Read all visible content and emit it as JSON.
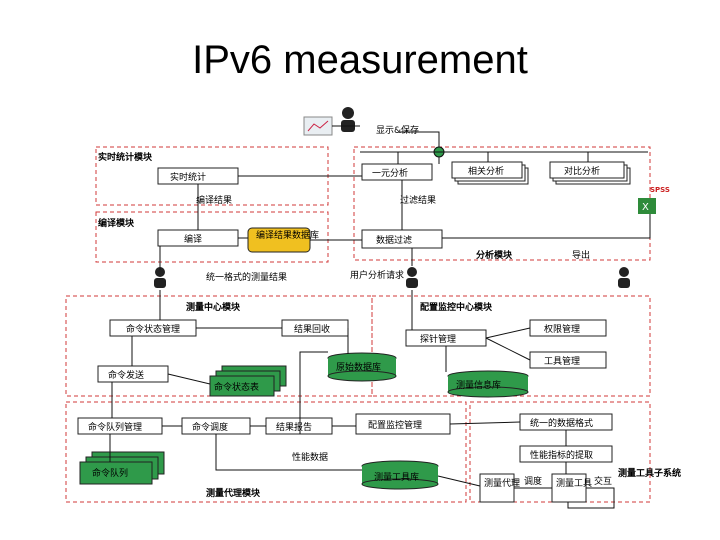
{
  "title": "IPv6 measurement",
  "labels": {
    "display_save": "显示&保存",
    "realtime_module": "实时统计模块",
    "realtime_stat": "实时统计",
    "one_var": "一元分析",
    "correlation": "相关分析",
    "comparison": "对比分析",
    "spss": "SPSS",
    "compile_result": "编译结果",
    "filter_result": "过滤结果",
    "compile_module": "编译模块",
    "compile": "编译",
    "compile_result_db": "编译结果数据库",
    "data_filter": "数据过滤",
    "analysis_module": "分析模块",
    "export": "导出",
    "unified_format": "统一格式的测量结果",
    "user_request": "用户分析请求",
    "center_module": "测量中心模块",
    "config_module": "配置监控中心模块",
    "cmd_status_mgmt": "命令状态管理",
    "result_recv": "结果回收",
    "deploy_mgmt": "探针管理",
    "perm_mgmt": "权限管理",
    "raw_db": "原始数据库",
    "tool_mgmt": "工具管理",
    "cmd_send": "命令发送",
    "cmd_status_table": "命令状态表",
    "measure_info_db": "测量信息库",
    "cmd_queue_mgmt": "命令队列管理",
    "cmd_schedule": "命令调度",
    "result_report": "结果报告",
    "config_monitor_mgmt": "配置监控管理",
    "unified_data_format": "统一的数据格式",
    "perf_data": "性能数据",
    "perf_metric_extract": "性能指标的提取",
    "cmd_queue": "命令队列",
    "measure_tool_db": "测量工具库",
    "measure_agent": "测量代理",
    "schedule": "调度",
    "measure_tool": "测量工具",
    "interact": "交互",
    "tool_subsys": "测量工具子系统",
    "agent_module": "测量代理模块"
  },
  "colors": {
    "dash": "#d23a3a",
    "db_green": "#2f9a4a",
    "db_yellow": "#f0c020"
  }
}
